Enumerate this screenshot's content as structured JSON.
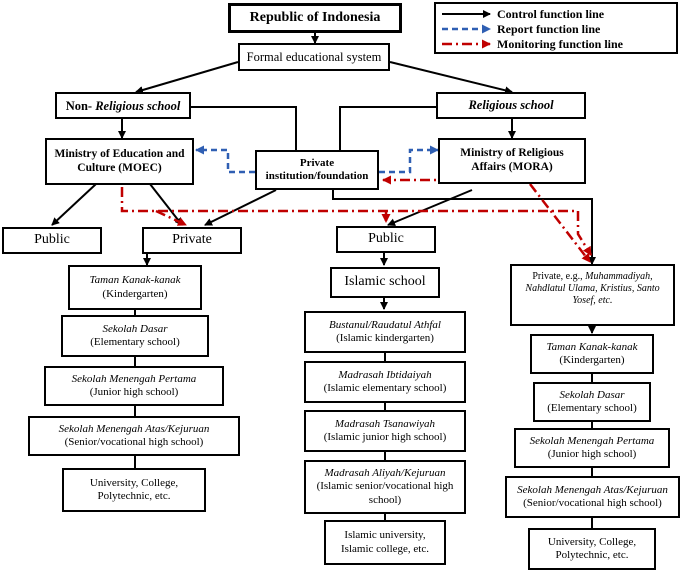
{
  "title": "Republic of Indonesia",
  "formal": "Formal educational system",
  "non_religious": {
    "pre": "Non- ",
    "em": "Religious school"
  },
  "religious": "Religious school",
  "moec": "Ministry of Education and Culture (MOEC)",
  "private_inst": "Private institution/foundation",
  "mora": "Ministry of Religious Affairs (MORA)",
  "public_left": "Public",
  "private_left": "Private",
  "public_mid": "Public",
  "islamic_school": "Islamic school",
  "private_right": {
    "pre": "Private, e.g., ",
    "em": "Muhammadiyah, Nahdlatul Ulama, Kristius, Santo Yosef, etc."
  },
  "legend": {
    "control": "Control function line",
    "report": "Report function line",
    "monitoring": "Monitoring function line"
  },
  "colors": {
    "control": "#000000",
    "report": "#2f5fb3",
    "monitoring": "#c00000"
  },
  "left_column": [
    {
      "em": "Taman Kanak-kanak",
      "sub": "(Kindergarten)"
    },
    {
      "em": "Sekolah Dasar",
      "sub": "(Elementary school)"
    },
    {
      "em": "Sekolah Menengah Pertama",
      "sub": "(Junior high school)"
    },
    {
      "em": "Sekolah Menengah Atas/Kejuruan",
      "sub": "(Senior/vocational high school)"
    },
    {
      "em": "",
      "sub": "University, College, Polytechnic, etc."
    }
  ],
  "middle_column": [
    {
      "em": "Bustanul/Raudatul Athfal",
      "sub": "(Islamic kindergarten)"
    },
    {
      "em": "Madrasah Ibtidaiyah",
      "sub": "(Islamic elementary school)"
    },
    {
      "em": "Madrasah Tsanawiyah",
      "sub": "(Islamic junior high school)"
    },
    {
      "em": "Madrasah Aliyah/Kejuruan",
      "sub": "(Islamic senior/vocational high school)"
    },
    {
      "em": "",
      "sub": "Islamic university, Islamic college, etc."
    }
  ],
  "right_column": [
    {
      "em": "Taman Kanak-kanak",
      "sub": "(Kindergarten)"
    },
    {
      "em": "Sekolah Dasar",
      "sub": "(Elementary school)"
    },
    {
      "em": "Sekolah Menengah Pertama",
      "sub": "(Junior high school)"
    },
    {
      "em": "Sekolah Menengah Atas/Kejuruan",
      "sub": "(Senior/vocational high school)"
    },
    {
      "em": "",
      "sub": "University, College, Polytechnic, etc."
    }
  ]
}
